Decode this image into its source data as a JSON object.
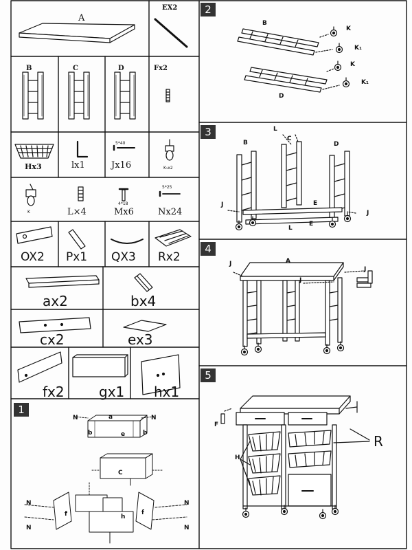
{
  "parts": {
    "A": "A",
    "EX2": "EX2",
    "B": "B",
    "C": "C",
    "D": "D",
    "Fx2": "Fx2",
    "Hx3": "Hx3",
    "lx1": "lx1",
    "Jx16": "Jx16",
    "K1x2": "K₁x2",
    "K": "K",
    "Lx4": "L×4",
    "Mx6": "Mx6",
    "Nx24": "Nx24",
    "j_size": "5*40",
    "m_size": "4*18",
    "n_size": "5*25",
    "OX2": "OX2",
    "Px1": "Px1",
    "QX3": "QX3",
    "Rx2": "Rx2",
    "ax2": "ax2",
    "bx4": "bx4",
    "cx2": "cx2",
    "ex3": "ex3",
    "fx2": "fx2",
    "gx1": "gx1",
    "hx1": "hx1"
  },
  "steps": {
    "s1": "1",
    "s2": "2",
    "s3": "3",
    "s4": "4",
    "s5": "5"
  },
  "callouts": {
    "s1": {
      "a": "a",
      "b": "b",
      "e": "e",
      "c": "C",
      "f": "f",
      "h": "h",
      "N": "N"
    },
    "s2": {
      "B": "B",
      "D": "D",
      "K": "K",
      "K1": "K₁"
    },
    "s3": {
      "B": "B",
      "C": "C",
      "D": "D",
      "L": "L",
      "E": "E",
      "J": "J"
    },
    "s4": {
      "J": "J",
      "A": "A"
    },
    "s5": {
      "F": "F",
      "H": "H",
      "R": "R"
    }
  }
}
